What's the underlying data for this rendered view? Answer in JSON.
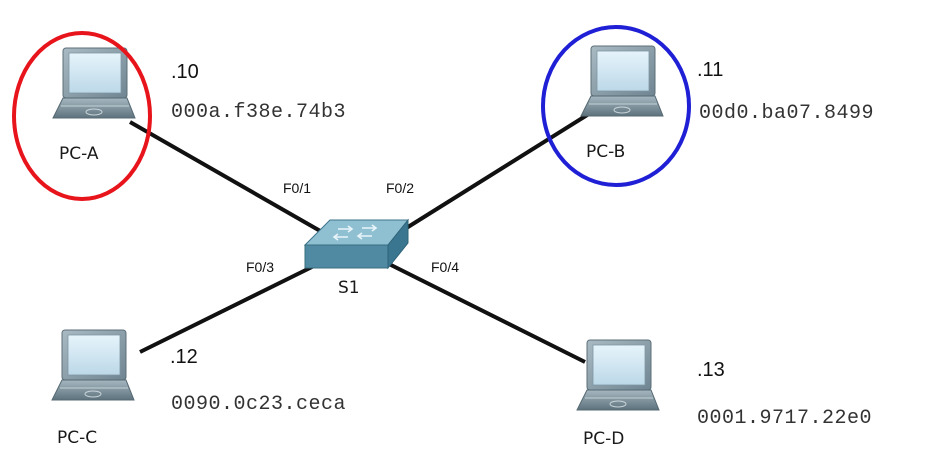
{
  "switch": {
    "name": "S1",
    "ports": [
      "F0/1",
      "F0/2",
      "F0/3",
      "F0/4"
    ]
  },
  "hosts": [
    {
      "name": "PC-A",
      "ip": ".10",
      "mac": "000a.f38e.74b3",
      "port": "F0/1"
    },
    {
      "name": "PC-B",
      "ip": ".11",
      "mac": "00d0.ba07.8499",
      "port": "F0/2"
    },
    {
      "name": "PC-C",
      "ip": ".12",
      "mac": "0090.0c23.ceca",
      "port": "F0/3"
    },
    {
      "name": "PC-D",
      "ip": ".13",
      "mac": "0001.9717.22e0",
      "port": "F0/4"
    }
  ],
  "highlights": [
    {
      "host": "PC-A",
      "color": "#e8141b"
    },
    {
      "host": "PC-B",
      "color": "#1f1fd6"
    }
  ],
  "colors": {
    "link": "#111111",
    "laptop_screen": "#cfe8f5",
    "laptop_body": "#8fa3ae",
    "switch_top": "#8fc0d2",
    "switch_side": "#4f8aa2"
  }
}
